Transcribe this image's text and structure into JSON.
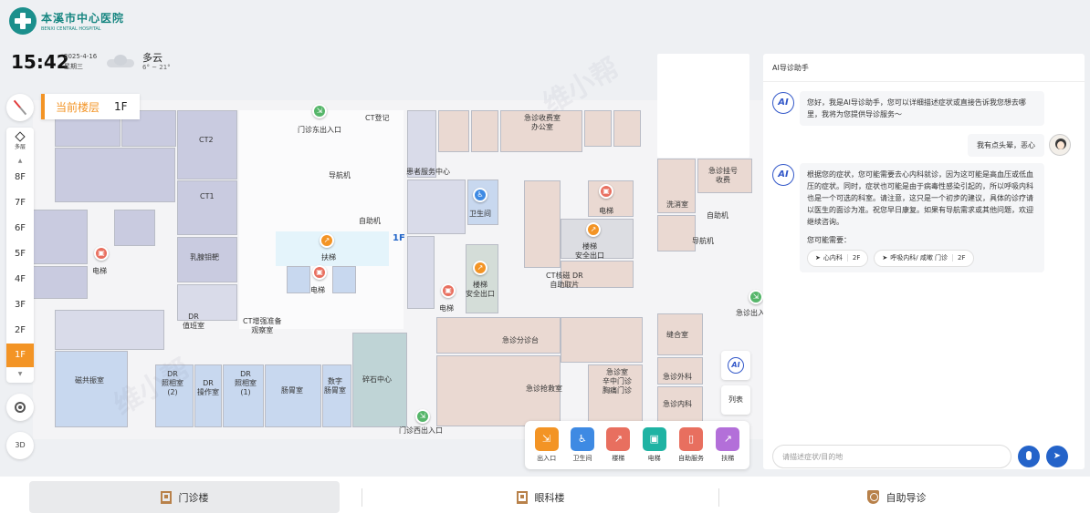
{
  "hospital": {
    "name_cn": "本溪市中心医院",
    "name_en": "BENXI CENTRAL HOSPITAL"
  },
  "status": {
    "time": "15:42",
    "date": "2025-4-16",
    "weekday": "星期三",
    "weather": "多云",
    "temperature": "6° ~ 21°"
  },
  "current_floor": {
    "label": "当前楼层",
    "value": "1F"
  },
  "floor_selector": {
    "multi_label": "多层",
    "floors": [
      "8F",
      "7F",
      "6F",
      "5F",
      "4F",
      "3F",
      "2F",
      "1F"
    ],
    "active": "1F"
  },
  "controls": {
    "view_3d": "3D",
    "list_label": "列表",
    "ai_label": "AI"
  },
  "map": {
    "floor_marker": "1F",
    "labels": {
      "ct2": "CT2",
      "ct1": "CT1",
      "mammo": "乳腺钼靶",
      "dr_reading": "DR\n值班室",
      "ct_enhance": "CT增强准备\n观察室",
      "mri": "磁共振室",
      "dr_room2": "DR\n照相室\n(2)",
      "dr_op": "DR\n操作室",
      "dr_room1": "DR\n照相室\n(1)",
      "gastro": "肠胃室",
      "digital_gastro": "数字\n肠胃室",
      "stone": "碎石中心",
      "east_exit": "门诊东出入口",
      "ct_register": "CT登记",
      "guide1": "导航机",
      "selfserve": "自助机",
      "escalator": "扶梯",
      "elevator1": "电梯",
      "elevator2": "电梯",
      "patient_service": "患者服务中心",
      "restroom": "卫生间",
      "elevator3": "电梯",
      "stairs_exit1": "楼梯\n安全出口",
      "stairs_exit2": "楼梯\n安全出口",
      "emergency_office": "急诊收费室\n办公室",
      "ct_dr": "CT核磁 DR\n自助取片",
      "elevator4": "电梯",
      "emergency_desk": "急诊分诊台",
      "emergency_rescue": "急诊抢救室",
      "emergency_corridor": "急诊室\n辛中门诊\n胸痛门诊",
      "emergency_surgery": "急诊外科",
      "emergency_internal": "急诊内科",
      "cast": "缝合室",
      "wash": "洗消室",
      "emergency_charge": "急诊挂号\n收费",
      "selfserve2": "自助机",
      "guide2": "导航机",
      "emergency_exit": "急诊出入口",
      "west_exit": "门诊西出入口"
    }
  },
  "facilities": [
    {
      "label": "出入口",
      "icon": "exit-icon",
      "color": "#f39425"
    },
    {
      "label": "卫生间",
      "icon": "restroom-icon",
      "color": "#3e8ae3"
    },
    {
      "label": "楼梯",
      "icon": "stairs-icon",
      "color": "#e86f5f"
    },
    {
      "label": "电梯",
      "icon": "elevator-icon",
      "color": "#1fb3a3"
    },
    {
      "label": "自助服务",
      "icon": "self-service-icon",
      "color": "#e86f5f"
    },
    {
      "label": "扶梯",
      "icon": "escalator-icon",
      "color": "#b36fd9"
    }
  ],
  "chat": {
    "title": "AI导诊助手",
    "messages": [
      {
        "role": "ai",
        "text": "您好，我是AI导诊助手，您可以详细描述症状或直接告诉我您想去哪里，我将为您提供导诊服务～"
      },
      {
        "role": "user",
        "text": "我有点头晕，恶心"
      },
      {
        "role": "ai",
        "text": "根据您的症状，您可能需要去心内科就诊，因为这可能是高血压或低血压的症状。同时，症状也可能是由于病毒性感染引起的，所以呼吸内科也是一个可选的科室。请注意，这只是一个初步的建议，具体的诊疗请以医生的面诊为准。祝您早日康复。如果有导航需求或其他问题，欢迎继续咨询。"
      }
    ],
    "suggestion_label": "您可能需要：",
    "suggestions": [
      {
        "dept": "心内科",
        "floor": "2F"
      },
      {
        "dept": "呼吸内科/ 咸嗽 门诊",
        "floor": "2F"
      }
    ],
    "input_placeholder": "请描述症状/目的地"
  },
  "bottom_nav": [
    {
      "label": "门诊楼",
      "active": true
    },
    {
      "label": "眼科楼",
      "active": false
    },
    {
      "label": "自助导诊",
      "active": false
    }
  ],
  "watermark": "维小帮"
}
